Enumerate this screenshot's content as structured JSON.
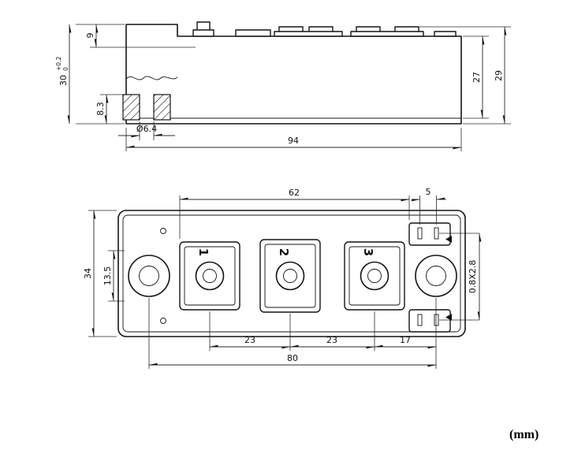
{
  "units_label": "(mm)",
  "side_view": {
    "dim_height_main": "30",
    "dim_height_tol_plus": "+0.2",
    "dim_height_tol_minus": "0",
    "dim_terminal_height": "9",
    "dim_base_height": "8.3",
    "dim_hole_diameter": "Ø6.4",
    "dim_length": "94",
    "dim_body_height": "27",
    "dim_overall_height": "29"
  },
  "plan_view": {
    "dim_pad_span": "62",
    "dim_tab_pitch": "5",
    "dim_width": "34",
    "dim_hole_offset": "13.5",
    "dim_pitch_1_2": "23",
    "dim_pitch_2_3": "23",
    "dim_pitch_3_hole": "17",
    "dim_hole_span": "80",
    "dim_slot_size": "0.8X2.8",
    "terminal_labels": [
      "1",
      "2",
      "3"
    ]
  }
}
